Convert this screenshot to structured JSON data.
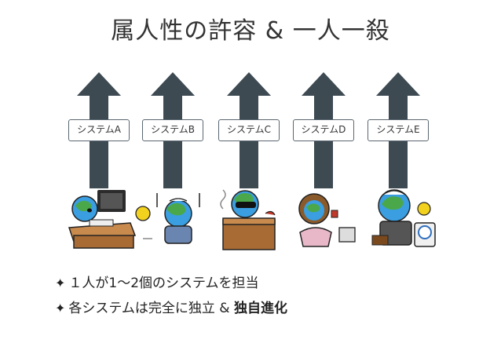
{
  "title": "属人性の許容 & 一人一殺",
  "systems": [
    {
      "label": "システムA"
    },
    {
      "label": "システムB"
    },
    {
      "label": "システムC"
    },
    {
      "label": "システムD"
    },
    {
      "label": "システムE"
    }
  ],
  "bullets": {
    "mark": "✦",
    "line1": "１人が1～2個のシステムを担当",
    "line2_pre": "各システムは完全に独立 & ",
    "line2_bold": "独自進化"
  },
  "colors": {
    "arrow": "#3d4a52",
    "label_border": "#5a6770",
    "globe_blue": "#3a9ee0",
    "globe_green": "#4aa84a"
  }
}
